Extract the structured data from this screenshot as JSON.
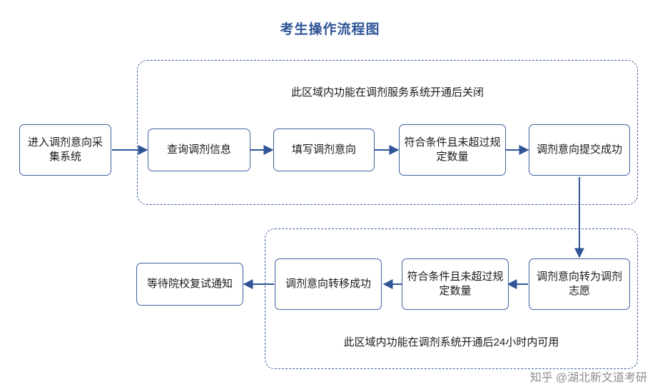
{
  "title": "考生操作流程图",
  "notes": {
    "top": "此区域内功能在调剂服务系统开通后关闭",
    "bottom": "此区域内功能在调剂系统开通后24小时内可用"
  },
  "nodes": {
    "start": "进入调剂意向采集系统",
    "query": "查询调剂信息",
    "fill": "填写调剂意向",
    "check_top": "符合条件且未超过规定数量",
    "submit_ok": "调剂意向提交成功",
    "to_volunteer": "调剂意向转为调剂志愿",
    "check_bottom": "符合条件且未超过规定数量",
    "transfer_ok": "调剂意向转移成功",
    "wait": "等待院校复试通知"
  },
  "watermark": {
    "logo": "知乎",
    "text": "@湖北新文道考研"
  },
  "colors": {
    "title": "#2f5597",
    "node_border": "#3f5f9e",
    "dash_border": "#3f5f9e",
    "arrow": "#2f5597",
    "text": "#1a1a1a",
    "watermark": "#8e8e8e"
  }
}
